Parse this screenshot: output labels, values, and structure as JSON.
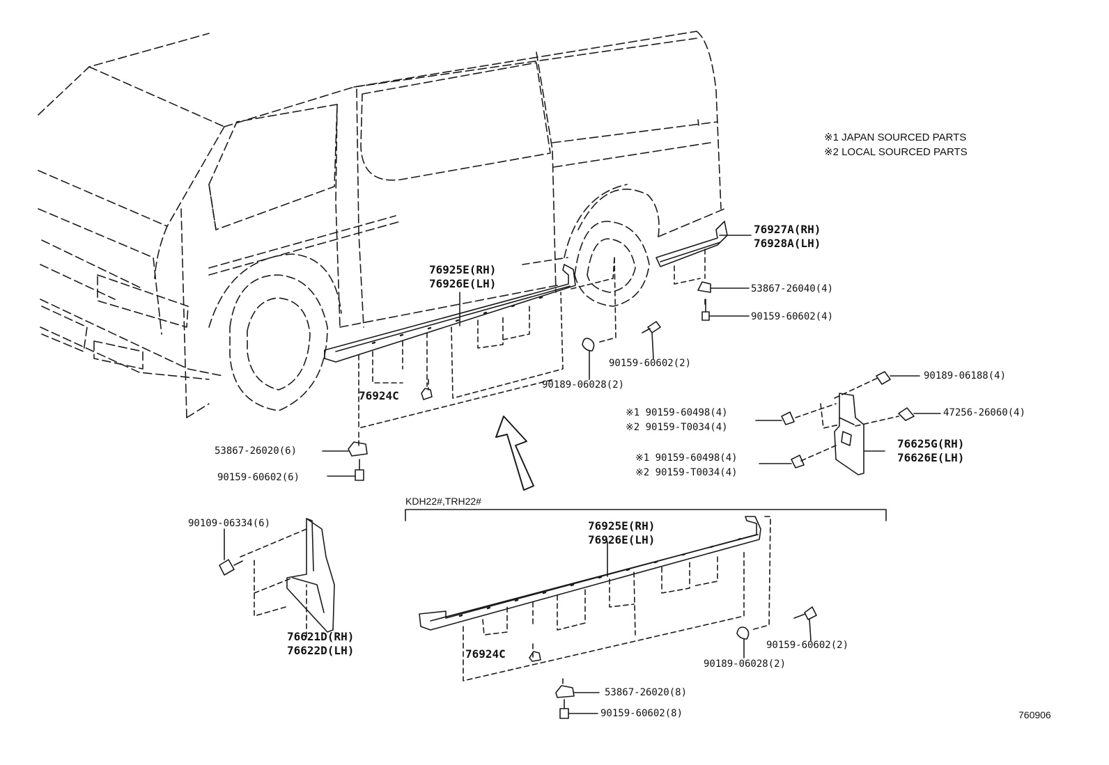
{
  "notes": {
    "japan": "※1 JAPAN SOURCED PARTS",
    "local": "※2 LOCAL SOURCED PARTS"
  },
  "group_label": "KDH22#,TRH22#",
  "figure_id": "760906",
  "parts": {
    "rear_flap_rh": "76927A(RH)",
    "rear_flap_lh": "76928A(LH)",
    "rear_nut": "53867-26040(4)",
    "rear_screw": "90159-60602(4)",
    "upper_moulding_rh": "76925E(RH)",
    "upper_moulding_lh": "76926E(LH)",
    "upper_screw": "90159-60602(2)",
    "upper_clip": "90189-06028(2)",
    "upper_retainer": "76924C",
    "upper_nut": "53867-26020(6)",
    "upper_nut_screw": "90159-60602(6)",
    "mud_screw_a": "90189-06188(4)",
    "mud_japan_a": "※1 90159-60498(4)",
    "mud_local_a": "※2 90159-T0034(4)",
    "mud_clip": "47256-26060(4)",
    "mudguard_rh": "76625G(RH)",
    "mudguard_lh": "76626E(LH)",
    "mud_japan_b": "※1 90159-60498(4)",
    "mud_local_b": "※2 90159-T0034(4)",
    "front_bolt": "90109-06334(6)",
    "front_flap_rh": "76621D(RH)",
    "front_flap_lh": "76622D(LH)",
    "lower_moulding_rh": "76925E(RH)",
    "lower_moulding_lh": "76926E(LH)",
    "lower_retainer": "76924C",
    "lower_screw": "90159-60602(2)",
    "lower_clip": "90189-06028(2)",
    "lower_nut": "53867-26020(8)",
    "lower_nut_screw": "90159-60602(8)"
  }
}
